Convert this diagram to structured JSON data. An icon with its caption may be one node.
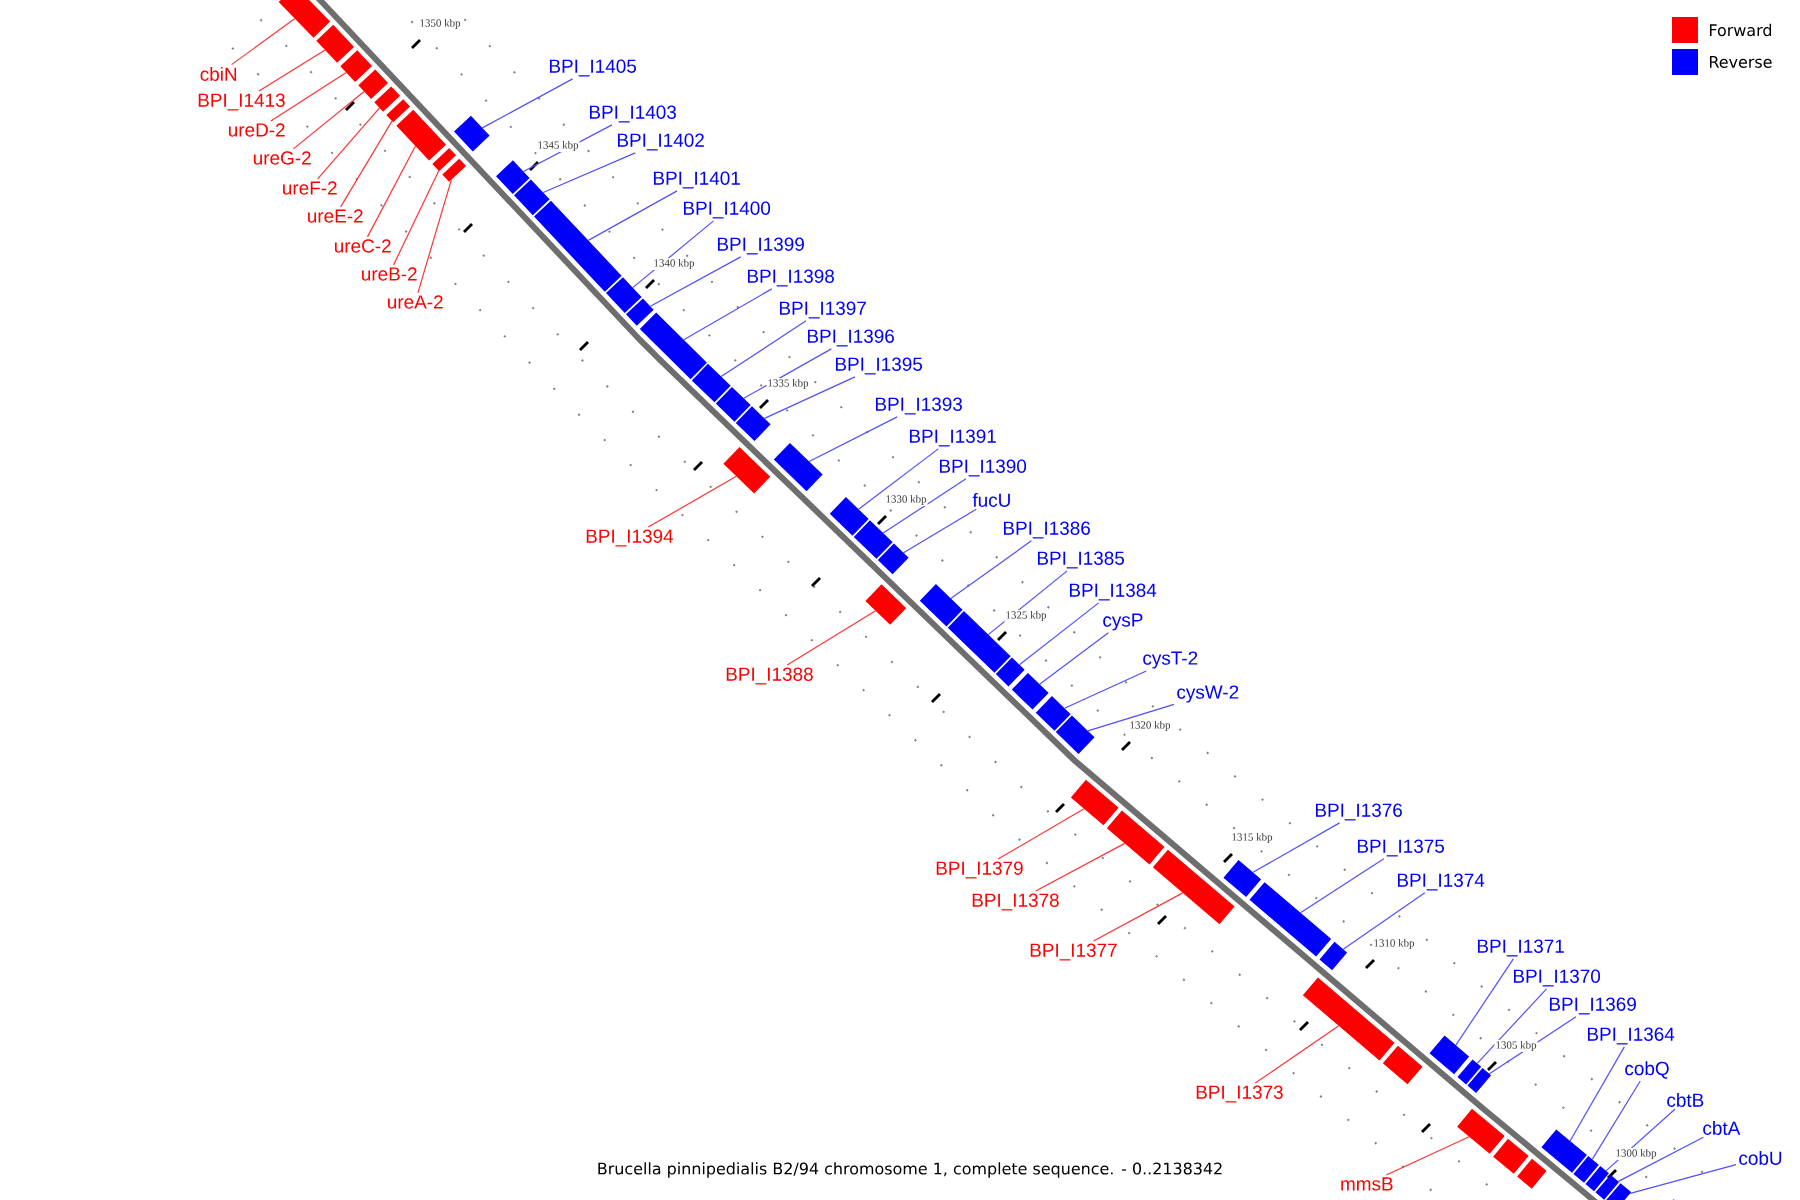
{
  "diagram": {
    "caption": "Brucella pinnipedialis B2/94 chromosome 1, complete sequence. - 0..2138342",
    "nodes": [
      {
        "text": [
          "cbiN"
        ]
      },
      {
        "text": [],
        "shape": "bar"
      },
      {
        "text": [
          "BPI_I1413"
        ]
      },
      {
        "text": [],
        "shape": "bar"
      },
      {
        "text": [
          "ureD-2"
        ]
      },
      {
        "text": [],
        "shape": "bar"
      },
      {
        "text": [
          "ureG-2"
        ]
      },
      {
        "text": [],
        "shape": "bar"
      },
      {
        "text": [
          "ureF-2"
        ]
      },
      {
        "text": [],
        "shape": "bar"
      },
      {
        "text": [
          "ureE-2"
        ]
      },
      {
        "text": [],
        "shape": "bar"
      },
      {
        "text": [
          "ureC-2"
        ]
      },
      {
        "text": [],
        "shape": "bar"
      },
      {
        "text": [
          "ureB-2"
        ]
      },
      {
        "text": [],
        "shape": "bar"
      },
      {
        "text": [
          "BPI_I1405"
        ]
      },
      {
        "text": [],
        "shape": "bar"
      },
      {
        "text": [
          "ureA-2"
        ]
      },
      {
        "text": [],
        "shape": "bar"
      },
      {
        "text": [
          "BPI_I1403"
        ]
      },
      {
        "text": [],
        "shape": "bar"
      },
      {
        "text": [
          "BPI_I1402"
        ]
      },
      {
        "text": [],
        "shape": "bar"
      },
      {
        "text": [
          "BPI_I1401"
        ]
      },
      {
        "text": [],
        "shape": "bar"
      },
      {
        "text": [
          "BPI_I1400"
        ]
      },
      {
        "text": [],
        "shape": "bar"
      },
      {
        "text": [
          "BPI_I1399"
        ]
      },
      {
        "text": [],
        "shape": "bar"
      },
      {
        "text": [
          "BPI_I1398"
        ]
      },
      {
        "text": [],
        "shape": "bar"
      },
      {
        "text": [
          "BPI_I1397"
        ]
      },
      {
        "text": [],
        "shape": "bar"
      },
      {
        "text": [
          "BPI_I1396"
        ]
      },
      {
        "text": [],
        "shape": "bar"
      },
      {
        "text": [
          "BPI_I1395"
        ]
      },
      {
        "text": [],
        "shape": "bar"
      },
      {
        "text": [
          "BPI_I1394"
        ]
      },
      {
        "text": [],
        "shape": "bar"
      },
      {
        "text": [
          "BPI_I1393"
        ]
      },
      {
        "text": [],
        "shape": "bar"
      },
      {
        "text": [
          "BPI_I1391"
        ]
      },
      {
        "text": [],
        "shape": "bar"
      },
      {
        "text": [
          "BPI_I1390"
        ]
      },
      {
        "text": [],
        "shape": "bar"
      },
      {
        "text": [
          "fucU"
        ]
      },
      {
        "text": [],
        "shape": "bar"
      },
      {
        "text": [
          "BPI_I1388"
        ]
      },
      {
        "text": [],
        "shape": "bar"
      },
      {
        "text": [
          "BPI_I1386"
        ]
      },
      {
        "text": [],
        "shape": "bar"
      },
      {
        "text": [
          "BPI_I1385"
        ]
      },
      {
        "text": [],
        "shape": "bar"
      },
      {
        "text": [
          "BPI_I1384"
        ]
      },
      {
        "text": [],
        "shape": "bar"
      },
      {
        "text": [
          "cysP"
        ]
      },
      {
        "text": [],
        "shape": "bar"
      },
      {
        "text": [
          "cysT-2"
        ]
      },
      {
        "text": [],
        "shape": "bar"
      },
      {
        "text": [
          "cysW-2"
        ]
      },
      {
        "text": [],
        "shape": "bar"
      },
      {
        "text": [
          "BPI_I1379"
        ]
      },
      {
        "text": [],
        "shape": "bar"
      },
      {
        "text": [
          "BPI_I1378"
        ]
      },
      {
        "text": [],
        "shape": "bar"
      },
      {
        "text": [
          "BPI_I1377"
        ]
      },
      {
        "text": [],
        "shape": "bar"
      },
      {
        "text": [
          "BPI_I1376"
        ]
      },
      {
        "text": [],
        "shape": "bar"
      },
      {
        "text": [
          "BPI_I1375"
        ]
      },
      {
        "text": [],
        "shape": "bar"
      },
      {
        "text": [
          "BPI_I1374"
        ]
      },
      {
        "text": [],
        "shape": "bar"
      },
      {
        "text": [
          "BPI_I1373"
        ]
      },
      {
        "text": [],
        "shape": "bar"
      },
      {
        "text": [],
        "shape": "bar"
      },
      {
        "text": [
          "BPI_I1371"
        ]
      },
      {
        "text": [],
        "shape": "bar"
      },
      {
        "text": [
          "BPI_I1370"
        ]
      },
      {
        "text": [],
        "shape": "bar"
      },
      {
        "text": [
          "BPI_I1369"
        ]
      },
      {
        "text": [],
        "shape": "bar"
      },
      {
        "text": [
          "mmsB"
        ]
      },
      {
        "text": [],
        "shape": "bar"
      },
      {
        "text": [],
        "shape": "bar"
      },
      {
        "text": [],
        "shape": "bar"
      },
      {
        "text": [
          "BPI_I1364"
        ]
      },
      {
        "text": [],
        "shape": "bar"
      },
      {
        "text": [
          "cobQ"
        ]
      },
      {
        "text": [],
        "shape": "bar"
      },
      {
        "text": [
          "cbtB"
        ]
      },
      {
        "text": [],
        "shape": "bar"
      },
      {
        "text": [
          "cbtA"
        ]
      },
      {
        "text": [],
        "shape": "bar"
      },
      {
        "text": [
          "cobU"
        ]
      },
      {
        "text": [],
        "shape": "bar"
      }
    ],
    "edges": [
      {
        "from": 0,
        "to": 1,
        "arrow": "none",
        "color": "#ff3333"
      },
      {
        "from": 2,
        "to": 3,
        "arrow": "none",
        "color": "#ff3333"
      },
      {
        "from": 4,
        "to": 5,
        "arrow": "none",
        "color": "#ff3333"
      },
      {
        "from": 6,
        "to": 7,
        "arrow": "none",
        "color": "#ff3333"
      },
      {
        "from": 8,
        "to": 9,
        "arrow": "none",
        "color": "#ff3333"
      },
      {
        "from": 10,
        "to": 11,
        "arrow": "none",
        "color": "#ff3333"
      },
      {
        "from": 12,
        "to": 13,
        "arrow": "none",
        "color": "#ff3333"
      },
      {
        "from": 14,
        "to": 15,
        "arrow": "none",
        "color": "#ff3333"
      },
      {
        "from": 16,
        "to": 17,
        "arrow": "none"
      },
      {
        "from": 18,
        "to": 19,
        "arrow": "none",
        "color": "#ff3333"
      },
      {
        "from": 20,
        "to": 21,
        "arrow": "none"
      },
      {
        "from": 22,
        "to": 23,
        "arrow": "none"
      },
      {
        "from": 24,
        "to": 25,
        "arrow": "none"
      },
      {
        "from": 26,
        "to": 27,
        "arrow": "none"
      },
      {
        "from": 28,
        "to": 29,
        "arrow": "none"
      },
      {
        "from": 30,
        "to": 31,
        "arrow": "none"
      },
      {
        "from": 32,
        "to": 33,
        "arrow": "none"
      },
      {
        "from": 34,
        "to": 35,
        "arrow": "none"
      },
      {
        "from": 36,
        "to": 37,
        "arrow": "none"
      },
      {
        "from": 38,
        "to": 39,
        "arrow": "none",
        "color": "#ff3333"
      },
      {
        "from": 40,
        "to": 41,
        "arrow": "none"
      },
      {
        "from": 42,
        "to": 43,
        "arrow": "none"
      },
      {
        "from": 44,
        "to": 45,
        "arrow": "none"
      },
      {
        "from": 46,
        "to": 47,
        "arrow": "none"
      },
      {
        "from": 48,
        "to": 49,
        "arrow": "none",
        "color": "#ff3333"
      },
      {
        "from": 50,
        "to": 51,
        "arrow": "none"
      },
      {
        "from": 52,
        "to": 53,
        "arrow": "none"
      },
      {
        "from": 54,
        "to": 55,
        "arrow": "none"
      },
      {
        "from": 56,
        "to": 57,
        "arrow": "none"
      },
      {
        "from": 58,
        "to": 59,
        "arrow": "none"
      },
      {
        "from": 60,
        "to": 61,
        "arrow": "none"
      },
      {
        "from": 62,
        "to": 63,
        "arrow": "none",
        "color": "#ff3333"
      },
      {
        "from": 64,
        "to": 65,
        "arrow": "none",
        "color": "#ff3333"
      },
      {
        "from": 66,
        "to": 67,
        "arrow": "none",
        "color": "#ff3333"
      },
      {
        "from": 68,
        "to": 69,
        "arrow": "none"
      },
      {
        "from": 70,
        "to": 71,
        "arrow": "none"
      },
      {
        "from": 72,
        "to": 73,
        "arrow": "none"
      },
      {
        "from": 74,
        "to": 75,
        "arrow": "none",
        "color": "#ff3333"
      },
      {
        "from": 77,
        "to": 78,
        "arrow": "none"
      },
      {
        "from": 79,
        "to": 80,
        "arrow": "none"
      },
      {
        "from": 81,
        "to": 82,
        "arrow": "none"
      },
      {
        "from": 83,
        "to": 84,
        "arrow": "none",
        "color": "#ff3333"
      },
      {
        "from": 87,
        "to": 88,
        "arrow": "none"
      },
      {
        "from": 89,
        "to": 90,
        "arrow": "none"
      },
      {
        "from": 91,
        "to": 92,
        "arrow": "none"
      },
      {
        "from": 93,
        "to": 94,
        "arrow": "none"
      },
      {
        "from": 95,
        "to": 96,
        "arrow": "none"
      }
    ],
    "labels": [
      "1350 kbp",
      "1345 kbp",
      "1340 kbp",
      "1335 kbp",
      "1330 kbp",
      "1325 kbp",
      "1320 kbp",
      "1315 kbp",
      "1310 kbp",
      "1305 kbp",
      "1300 kbp"
    ],
    "legend": [
      {
        "text": "Forward",
        "color": "#ff0000"
      },
      {
        "text": "Reverse",
        "color": "#0000ff"
      }
    ]
  }
}
